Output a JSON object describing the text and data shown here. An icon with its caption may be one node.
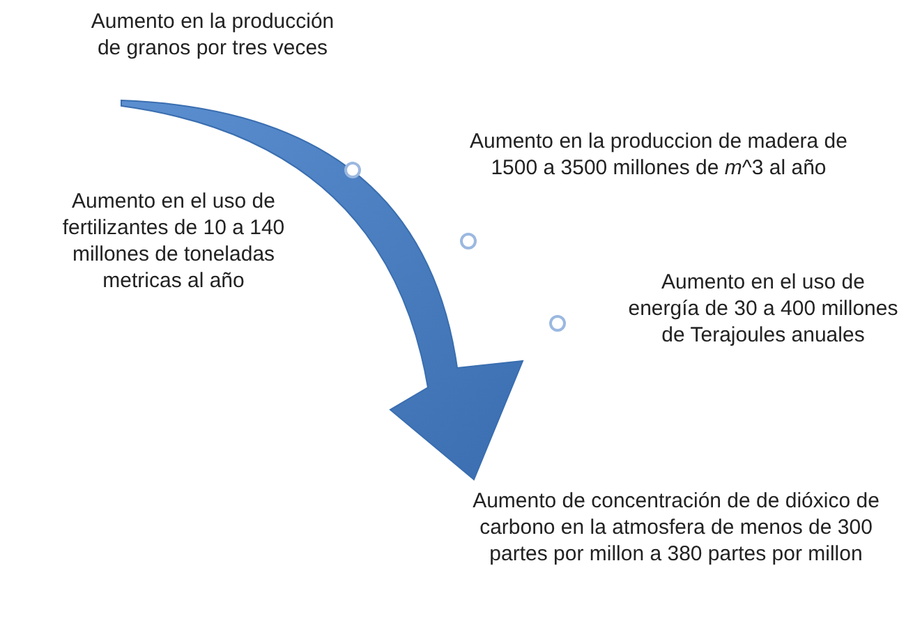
{
  "diagram": {
    "nodes": [
      {
        "text": [
          "Aumento en la producción de granos por tres veces"
        ]
      },
      {
        "text": [
          "Aumento en la produccion de madera de 1500 a 3500 millones de *m*^3  al año"
        ]
      },
      {
        "text": [
          "Aumento en el uso de fertilizantes de 10 a 140 millones de toneladas metricas al año"
        ]
      },
      {
        "text": [
          "Aumento en el uso de energía de 30 a 400 millones de Terajoules anuales"
        ]
      },
      {
        "text": [
          "Aumento de concentración de de dióxico de carbono en la atmosfera de menos de 300 partes por millon a 380 partes por millon"
        ]
      }
    ],
    "edges": [
      {
        "from": 0,
        "to": 4,
        "arrow": "to",
        "style": "thick"
      }
    ]
  }
}
